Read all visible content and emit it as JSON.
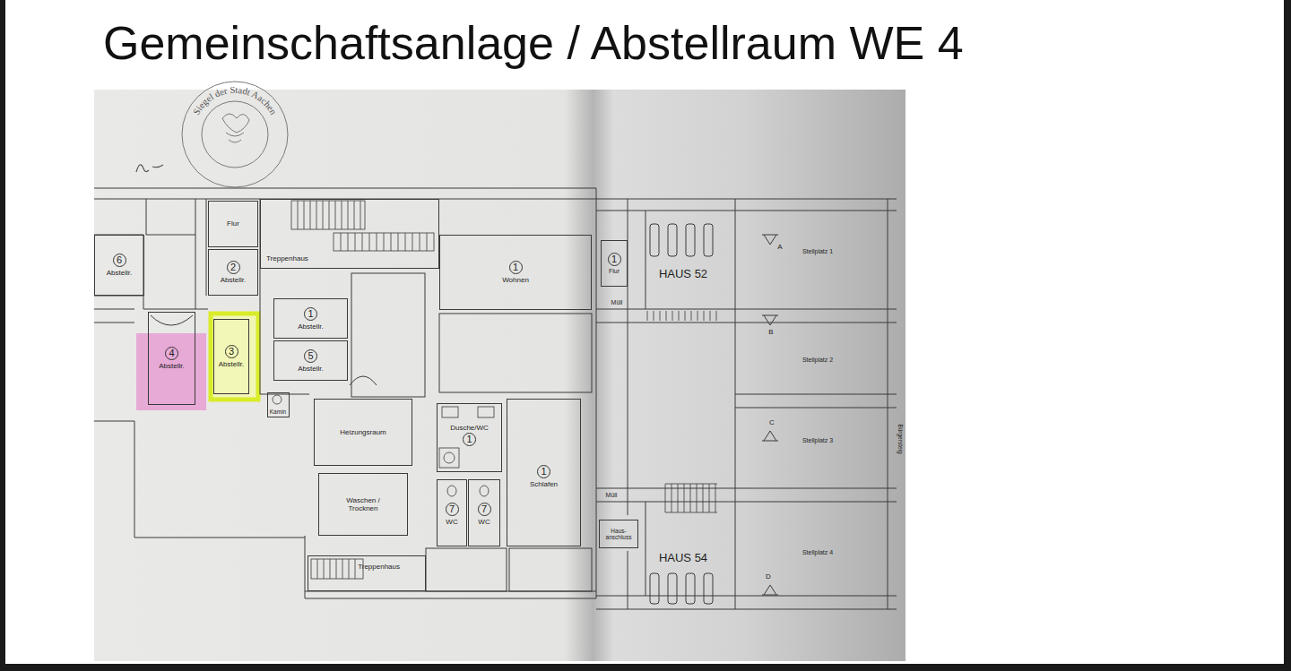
{
  "diagram": {
    "title": "Gemeinschaftsanlage / Abstellraum WE 4",
    "nodes": [
      {
        "text": [
          "6",
          "Abstellr."
        ]
      },
      {
        "text": [
          "Flur"
        ]
      },
      {
        "text": [
          "2",
          "Abstellr."
        ]
      },
      {
        "text": [
          "Treppenhaus"
        ]
      },
      {
        "text": [
          "1",
          "Wohnen"
        ]
      },
      {
        "text": [
          "1",
          "Abstellr."
        ]
      },
      {
        "text": [
          "5",
          "Abstellr."
        ]
      },
      {
        "text": [
          "4",
          "Abstellr."
        ]
      },
      {
        "text": [
          "3",
          "Abstellr."
        ]
      },
      {
        "text": [
          "Kamin"
        ]
      },
      {
        "text": [
          "Heizungsraum"
        ]
      },
      {
        "text": [
          "Dusche/WC",
          "1"
        ]
      },
      {
        "text": [
          "1",
          "Schlafen"
        ]
      },
      {
        "text": [
          "Waschen / Trocknen"
        ]
      },
      {
        "text": [
          "7",
          "WC"
        ]
      },
      {
        "text": [
          "7",
          "WC"
        ]
      },
      {
        "text": [
          "Treppenhaus"
        ]
      },
      {
        "text": [
          "1",
          "Flur"
        ]
      },
      {
        "text": [
          "Haus- anschluss"
        ]
      }
    ],
    "labels": [
      "Siegel der Stadt Aachen",
      "Müll",
      "HAUS 52",
      "A",
      "Stellplatz 1",
      "B",
      "Stellplatz 2",
      "C",
      "Stellplatz 3",
      "Müll",
      "HAUS 54",
      "D",
      "Stellplatz 4",
      "Bürgersteig"
    ]
  }
}
